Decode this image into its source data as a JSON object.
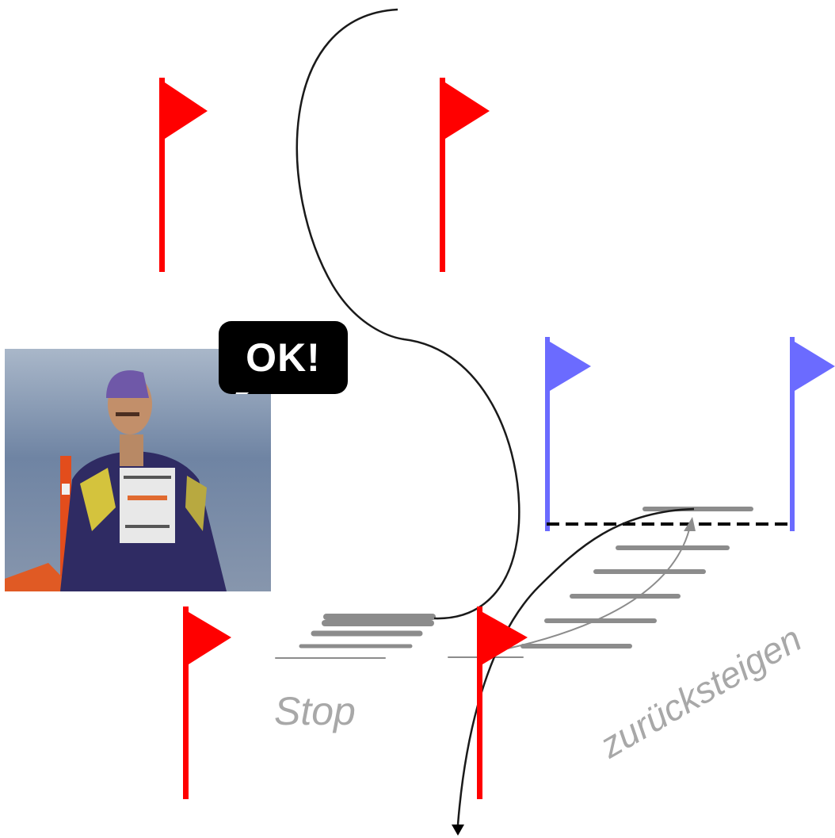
{
  "speech_bubble": {
    "text": "OK!"
  },
  "labels": {
    "stop": "Stop",
    "climb_back": "zurücksteigen"
  },
  "colors": {
    "red_flag": "#ff0000",
    "blue_flag": "#6b6bff",
    "track": "#1a1a1a",
    "marks": "#8c8c8c",
    "label": "#a8a8a8"
  },
  "icons": {
    "red_gate_flags": "red-flag-icon",
    "blue_gate_flags": "blue-flag-icon",
    "photo": "skier-photo",
    "arrow": "arrow-down-icon"
  }
}
